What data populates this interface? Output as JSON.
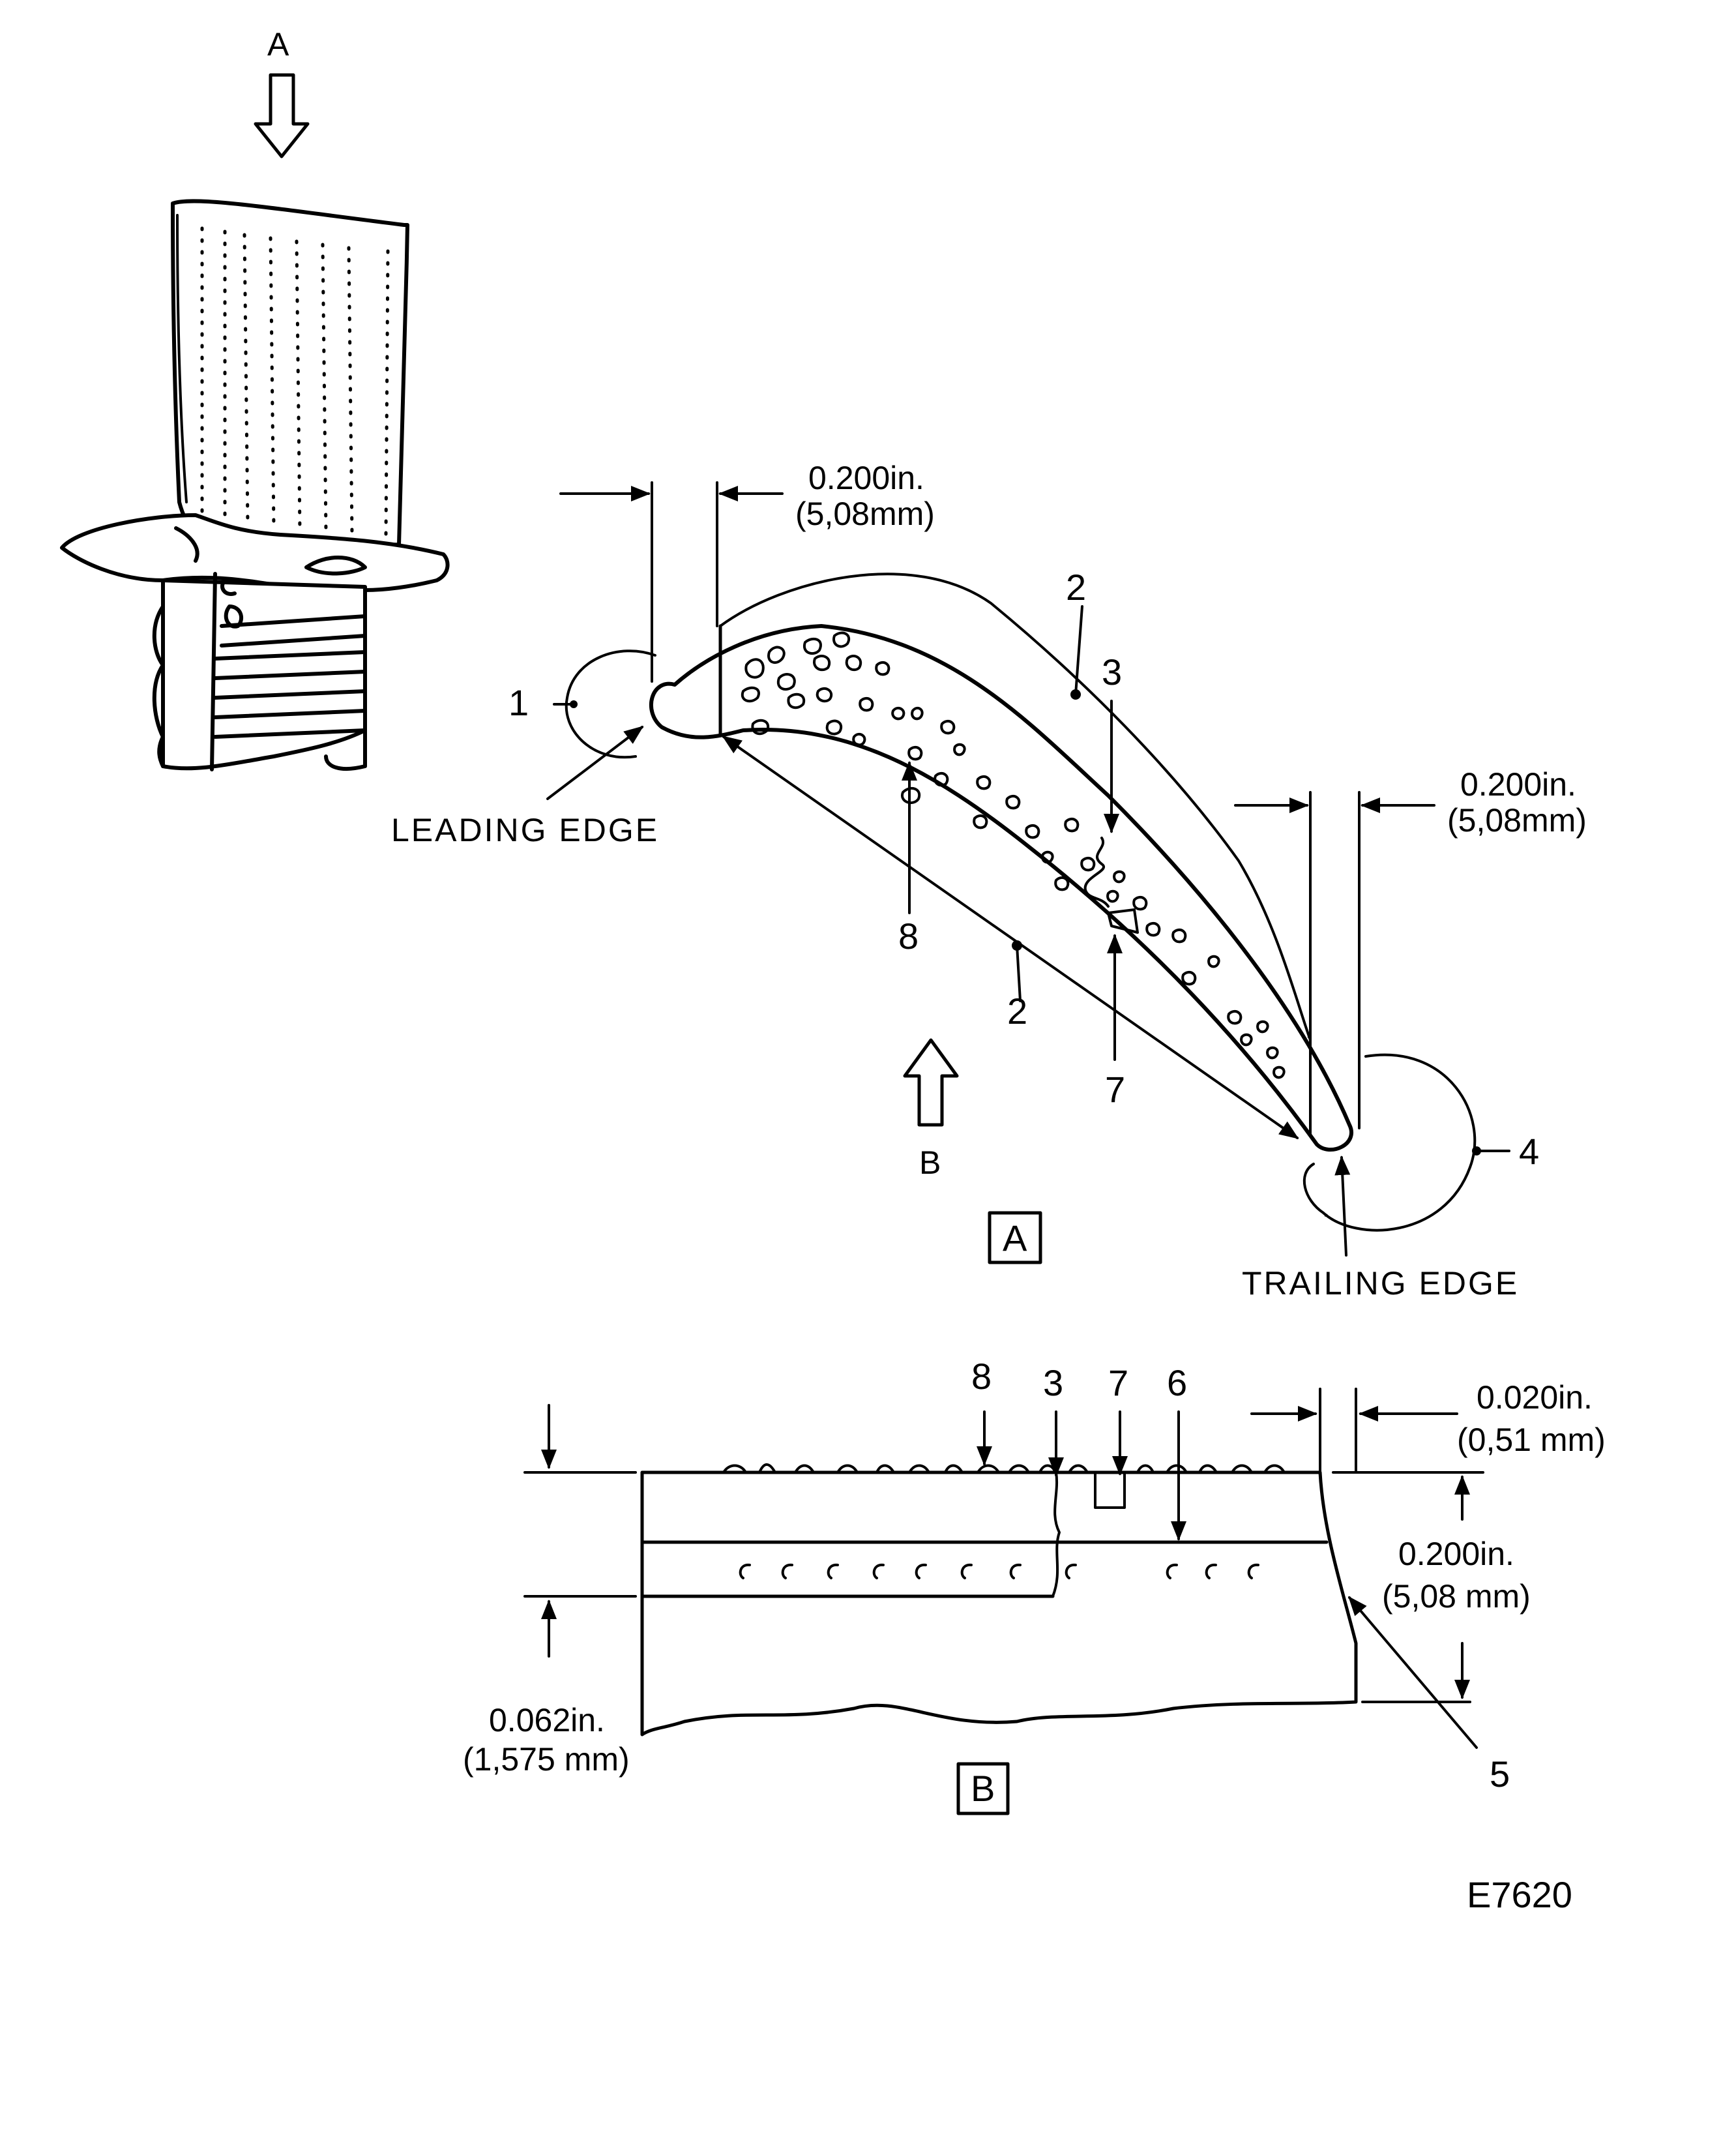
{
  "view_a_marker": "A",
  "view_b_marker": "B",
  "dims": {
    "le_in": "0.200in.",
    "le_mm": "(5,08mm)",
    "te_in": "0.200in.",
    "te_mm": "(5,08mm)",
    "tip_in": "0.020in.",
    "tip_mm": "(0,51 mm)",
    "depth_in": "0.200in.",
    "depth_mm": "(5,08 mm)",
    "band_in": "0.062in.",
    "band_mm": "(1,575 mm)"
  },
  "captions": {
    "leading_edge": "LEADING EDGE",
    "trailing_edge": "TRAILING EDGE"
  },
  "callouts": {
    "c1": "1",
    "c2a": "2",
    "c2b": "2",
    "c3a": "3",
    "c4": "4",
    "c7a": "7",
    "c8a": "8",
    "c8b": "8",
    "c3b": "3",
    "c7b": "7",
    "c6": "6",
    "c5": "5"
  },
  "view_labels": {
    "view_a": "A",
    "view_b": "B"
  },
  "figure_id": "E7620"
}
